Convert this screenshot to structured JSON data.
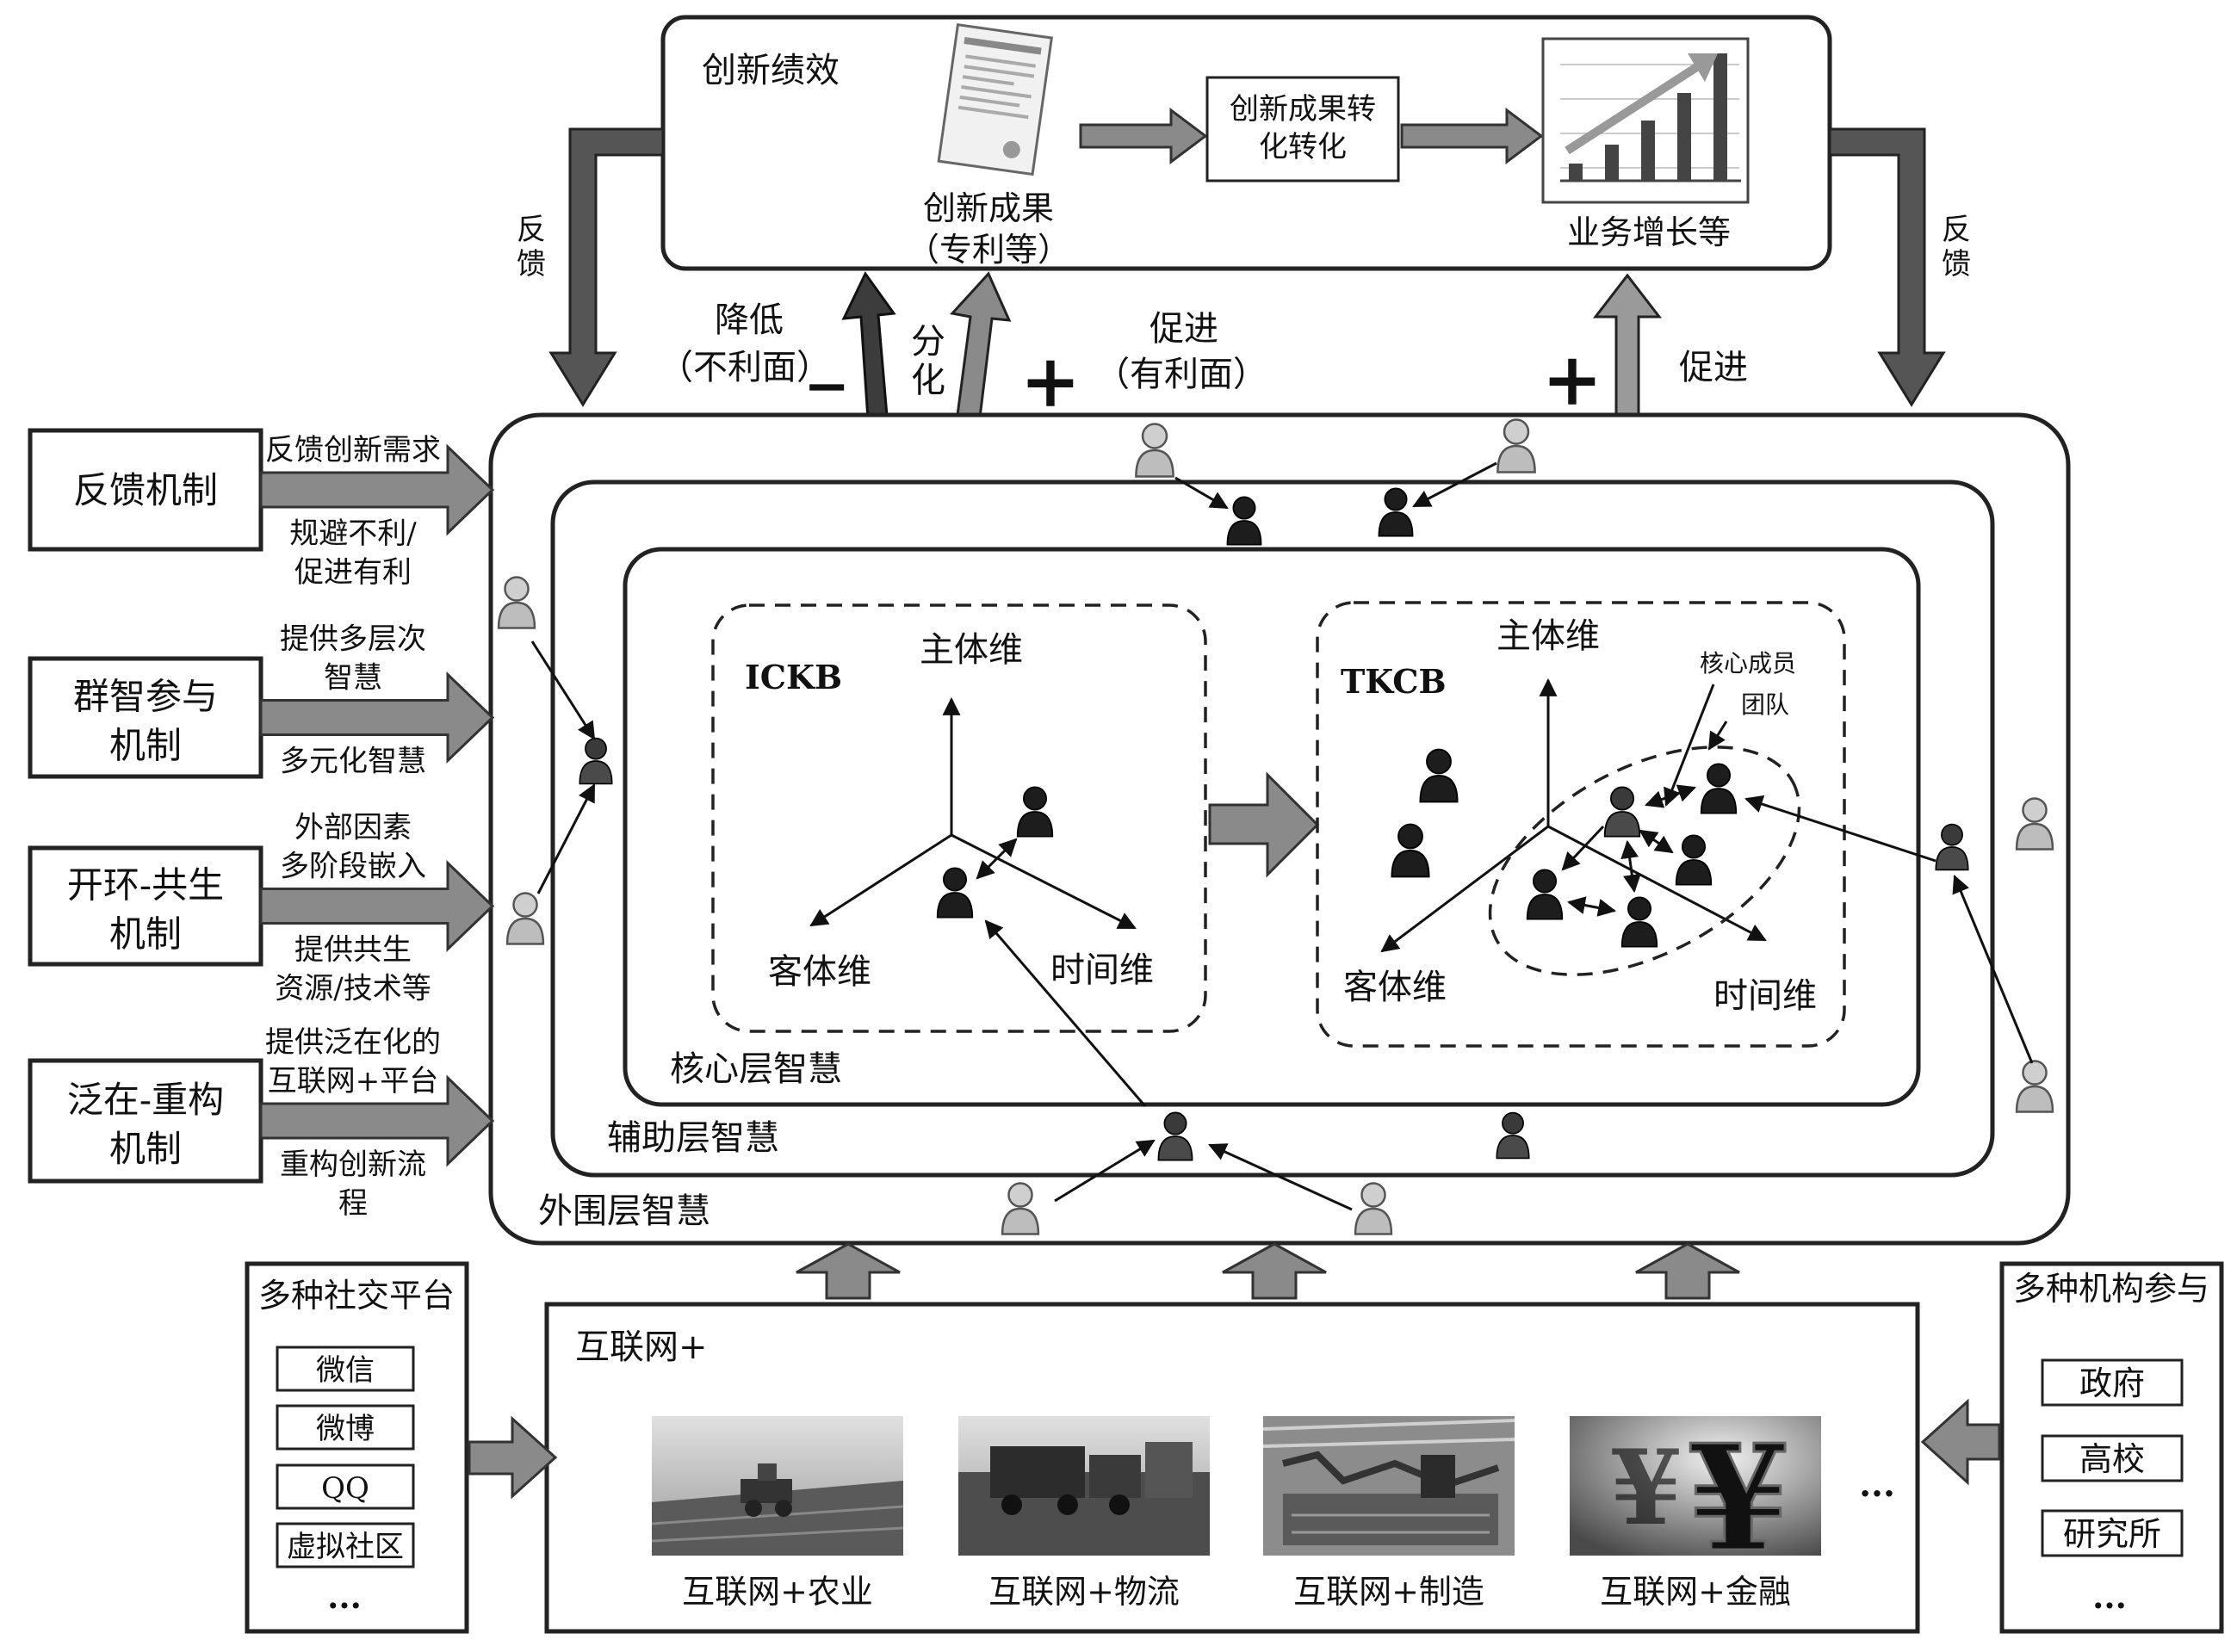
{
  "top": {
    "title": "创新绩效",
    "achievement_line1": "创新成果",
    "achievement_line2": "（专利等）",
    "transform_line1": "创新成果转",
    "transform_line2": "化转化",
    "growth": "业务增长等"
  },
  "feedback": {
    "left_line1": "反",
    "left_line2": "馈",
    "right_line1": "反",
    "right_line2": "馈"
  },
  "effects": {
    "reduce_line1": "降低",
    "reduce_line2": "（不利面）",
    "minus": "−",
    "split_line1": "分",
    "split_line2": "化",
    "plus": "+",
    "promote_line1": "促进",
    "promote_line2": "（有利面）",
    "promote_right": "促进"
  },
  "mechanisms": [
    {
      "label_line1": "反馈机制",
      "label_line2": "",
      "top_line1": "反馈创新需求",
      "top_line2": "",
      "bottom_line1": "规避不利/",
      "bottom_line2": "促进有利"
    },
    {
      "label_line1": "群智参与",
      "label_line2": "机制",
      "top_line1": "提供多层次",
      "top_line2": "智慧",
      "bottom_line1": "多元化智慧",
      "bottom_line2": ""
    },
    {
      "label_line1": "开环-共生",
      "label_line2": "机制",
      "top_line1": "外部因素",
      "top_line2": "多阶段嵌入",
      "bottom_line1": "提供共生",
      "bottom_line2": "资源/技术等"
    },
    {
      "label_line1": "泛在-重构",
      "label_line2": "机制",
      "top_line1": "提供泛在化的",
      "top_line2": "互联网+平台",
      "bottom_line1": "重构创新流",
      "bottom_line2": "程"
    }
  ],
  "layers": {
    "outer": "外围层智慧",
    "auxiliary": "辅助层智慧",
    "core": "核心层智慧"
  },
  "ickb": {
    "name": "ICKB",
    "subject_axis": "主体维",
    "object_axis": "客体维",
    "time_axis": "时间维"
  },
  "tkcb": {
    "name": "TKCB",
    "subject_axis": "主体维",
    "object_axis": "客体维",
    "time_axis": "时间维",
    "core_members_line1": "核心成员",
    "core_members_line2": "团队"
  },
  "social": {
    "title": "多种社交平台",
    "items": [
      "微信",
      "微博",
      "QQ",
      "虚拟社区"
    ],
    "more": "..."
  },
  "internet": {
    "title": "互联网+",
    "items": [
      "互联网+农业",
      "互联网+物流",
      "互联网+制造",
      "互联网+金融"
    ],
    "more": "...",
    "currency_symbol": "¥"
  },
  "institutions": {
    "title": "多种机构参与",
    "items": [
      "政府",
      "高校",
      "研究所"
    ],
    "more": "..."
  },
  "colors": {
    "arrow_gray": "#8a8a8a",
    "arrow_dark": "#555555",
    "person_light": "#c8c8c8",
    "person_dark": "#222222"
  }
}
